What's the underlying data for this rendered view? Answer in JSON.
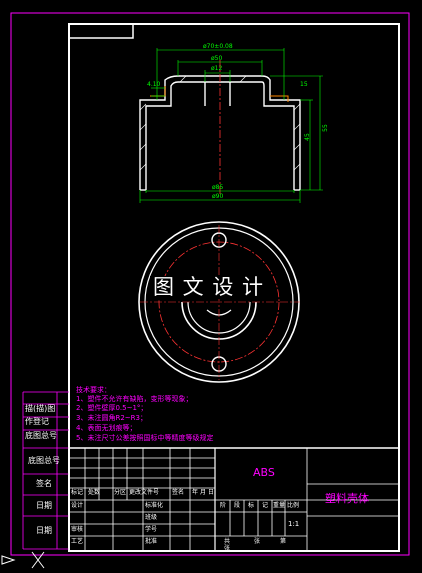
{
  "dimensions": {
    "d70": "ø70±0.08",
    "d50": "ø50",
    "d12": "ø12",
    "d85": "ø85",
    "d90": "ø90",
    "h15": "15",
    "h55": "55",
    "h45": "45",
    "small_left": "4.10"
  },
  "watermark": "图 文 设 计",
  "tech": {
    "title": "技术要求：",
    "items": [
      "1、塑件不允许有缺陷，变形等现象；",
      "2、塑件壁厚0.5~1°；",
      "3、未注圆角R2~R3；",
      "4、表面无划痕等；",
      "5、未注尺寸公差按照国标中等精度等级规定"
    ]
  },
  "side_labels": [
    "描(描)图",
    "作登记",
    "底图总号",
    "底图总号",
    "签名",
    "日期",
    "日期"
  ],
  "title_block": {
    "material": "ABS",
    "part_name": "塑料壳体",
    "row_labels": [
      "标记",
      "处数",
      "分区",
      "更改文件号",
      "签名",
      "年",
      "月",
      "日"
    ],
    "design": "设计",
    "review": "审核",
    "process": "工艺",
    "standard": "标准化",
    "check": "班级",
    "number": "学号",
    "approve": "批准",
    "stage_labels": [
      "阶",
      "段",
      "标",
      "记",
      "重量",
      "比例"
    ],
    "scale": "1:1",
    "sheet_total": "共",
    "sheet_label": "张",
    "sheet_num": "第",
    "sheet_suffix": "张"
  }
}
